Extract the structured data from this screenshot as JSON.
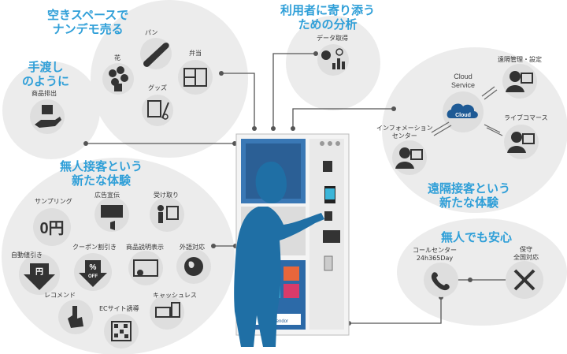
{
  "colors": {
    "accent": "#2f9fd8",
    "icon_bg": "#dedede",
    "bubble_bg": "#ececec",
    "icon_dark": "#333333",
    "person": "#1f6fa5"
  },
  "sections": {
    "vacant_space": {
      "title": [
        "空きスペースで",
        "ナンデモ売る"
      ],
      "items": [
        "パン",
        "花",
        "弁当",
        "グッズ"
      ]
    },
    "hand_over": {
      "title": [
        "手渡し",
        "のように"
      ],
      "items": [
        "商品排出"
      ]
    },
    "analysis": {
      "title": [
        "利用者に寄り添う",
        "ための分析"
      ],
      "items": [
        "データ取得"
      ]
    },
    "remote": {
      "cloud_title": "Cloud\nService",
      "cloud_label": "Cloud",
      "items": [
        "遠隔管理・設定",
        "インフォメーション\nセンター",
        "ライブコマース"
      ],
      "title": [
        "遠隔接客という",
        "新たな体験"
      ]
    },
    "unmanned": {
      "title": [
        "無人接客という",
        "新たな体験"
      ],
      "items": [
        "サンプリング",
        "広告宣伝",
        "受け取り",
        "自動値引き",
        "クーポン割引き",
        "商品説明表示",
        "外語対応",
        "レコメンド",
        "ECサイト誘導",
        "キャッシュレス"
      ],
      "sampling_text": "0円",
      "discount_text": "円",
      "coupon_text": "%\nOFF"
    },
    "safety": {
      "title": "無人でも安心",
      "items": [
        "コールセンター\n24h365Day",
        "保守\n全国対応"
      ]
    }
  },
  "machine": {
    "brand": "Multiblevendor"
  }
}
